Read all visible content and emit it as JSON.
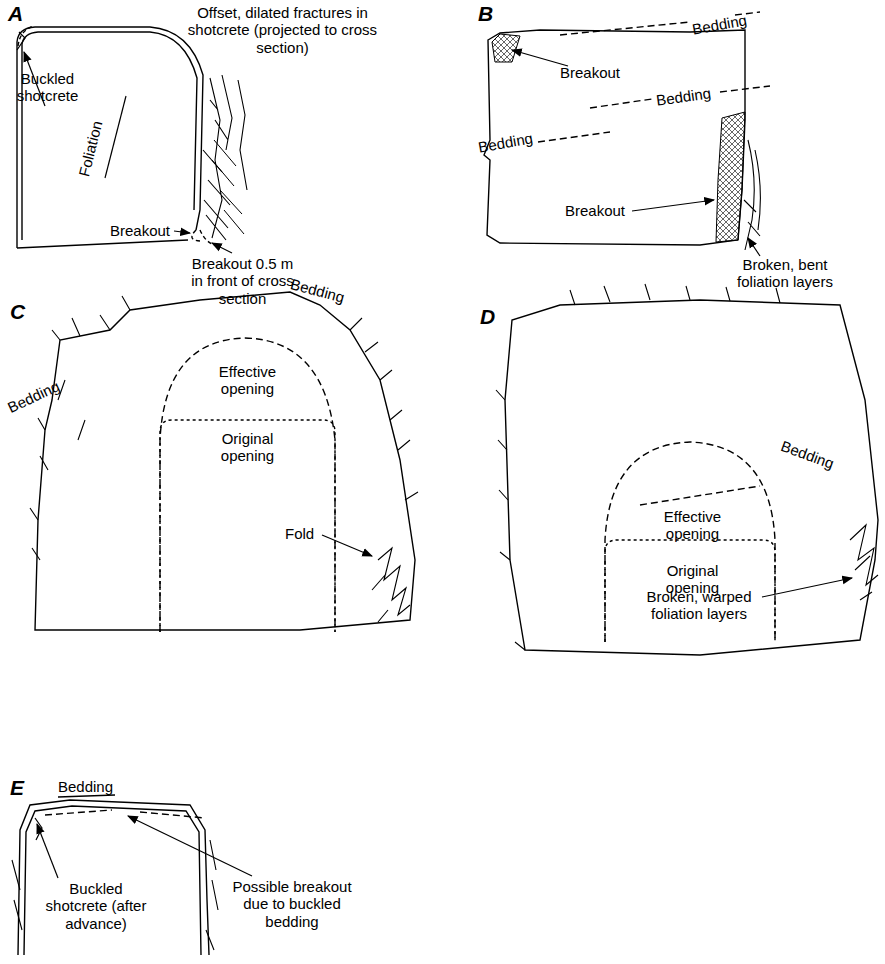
{
  "diagram": {
    "labels": [
      "A",
      "Offset, dilated fractures in shotcrete (projected to cross section)",
      "Buckled shotcrete",
      "Foliation",
      "Breakout",
      "Breakout 0.5 m in front of cross section",
      "B",
      "Bedding",
      "Breakout",
      "Bedding",
      "Bedding",
      "Breakout",
      "Broken, bent foliation layers",
      "C",
      "Bedding",
      "Bedding",
      "Effective opening",
      "Original opening",
      "Fold",
      "D",
      "Bedding",
      "Effective opening",
      "Original opening",
      "Broken, warped foliation layers",
      "E",
      "Bedding",
      "Buckled shotcrete (after advance)",
      "Possible breakout due to buckled bedding"
    ]
  }
}
